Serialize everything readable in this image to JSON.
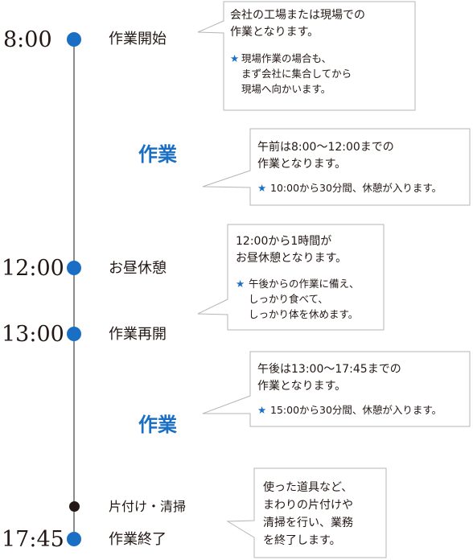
{
  "timeline": {
    "start_time": "8:00",
    "start_label": "作業開始",
    "work1_label": "作業",
    "lunch_time": "12:00",
    "lunch_label": "お昼休憩",
    "resume_time": "13:00",
    "resume_label": "作業再開",
    "work2_label": "作業",
    "cleanup_label": "片付け・清掃",
    "end_time": "17:45",
    "end_label": "作業終了"
  },
  "callouts": {
    "start_text": "会社の工場または現場での\n作業となります。",
    "start_star": "★",
    "start_note": "現場作業の場合も、\nまず会社に集合してから\n現場へ向かいます。",
    "work1_text": "午前は8:00〜12:00までの\n作業となります。",
    "work1_star": "★",
    "work1_note": "10:00から30分間、休憩が入ります。",
    "lunch_text": "12:00から1時間が\nお昼休憩となります。",
    "lunch_star": "★",
    "lunch_note": "午後からの作業に備え、\nしっかり食べて、\nしっかり体を休めます。",
    "work2_text": "午後は13:00〜17:45までの\n作業となります。",
    "work2_star": "★",
    "work2_note": "15:00から30分間、休憩が入ります。",
    "end_text": "使った道具など、\nまわりの片付けや\n清掃を行い、業務\nを終了します。"
  },
  "colors": {
    "accent": "#1a6fc4",
    "text": "#231815",
    "line": "#8c8c8c",
    "border": "#b5b5b5"
  }
}
